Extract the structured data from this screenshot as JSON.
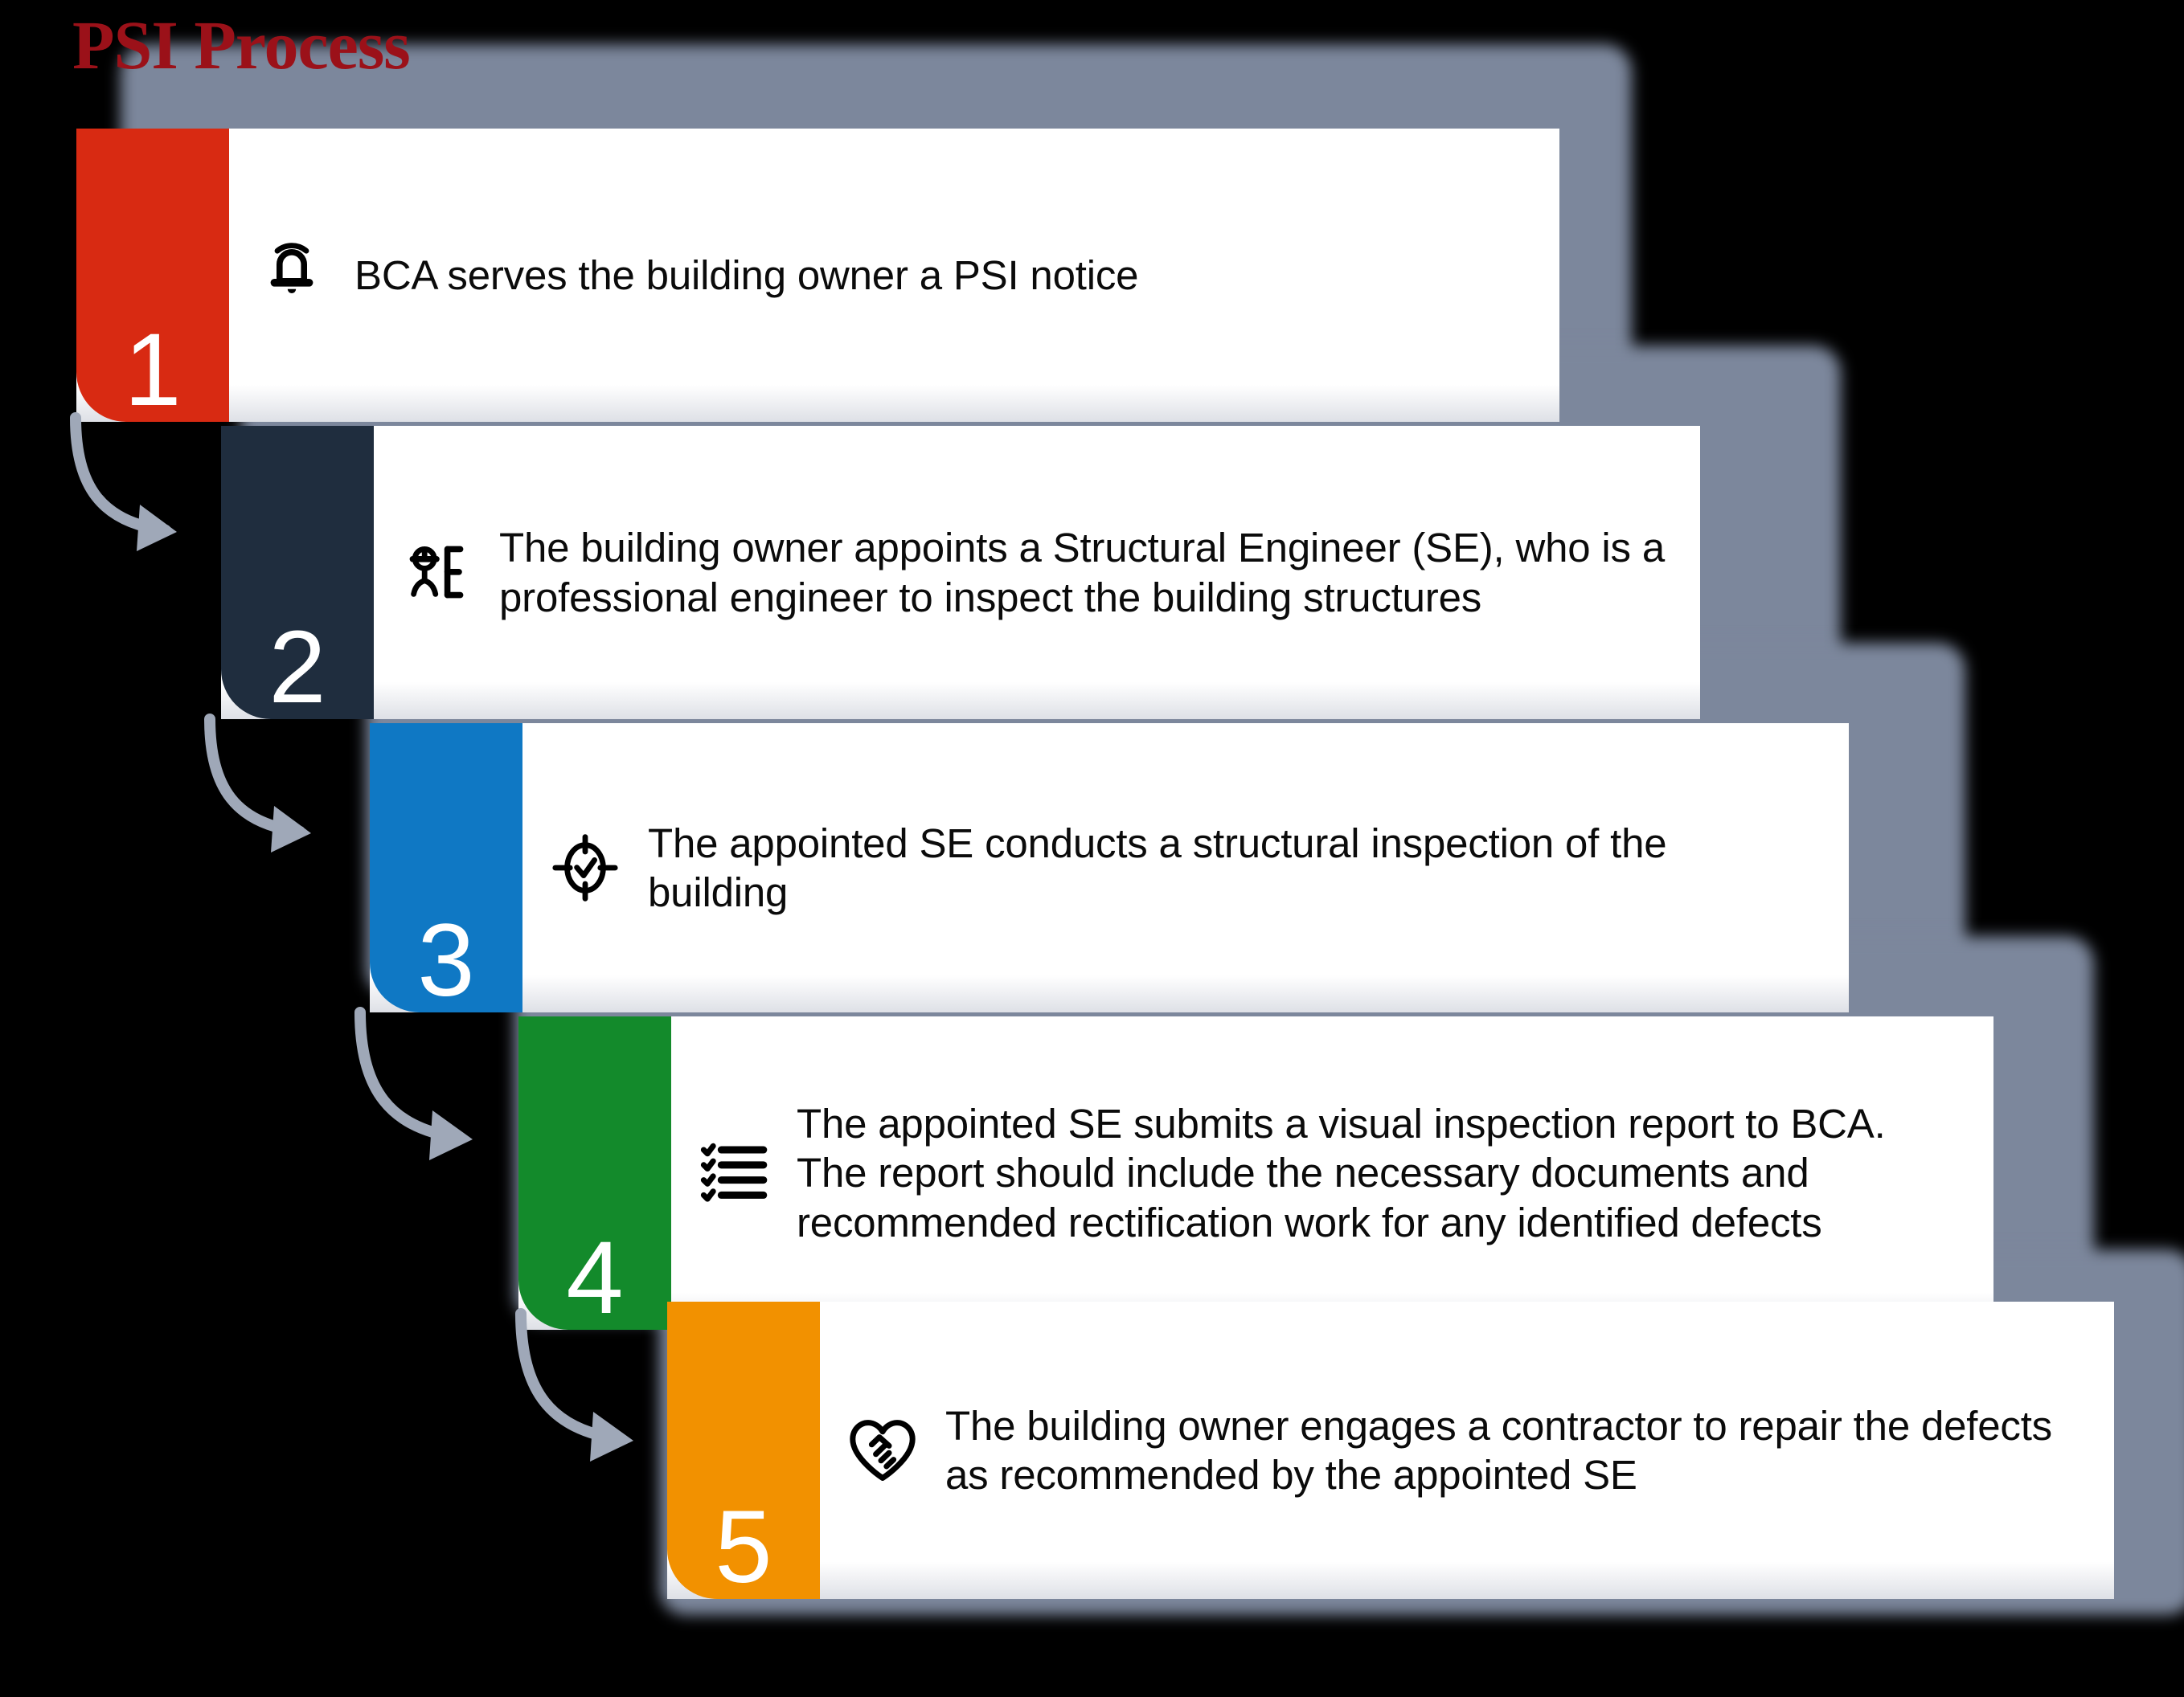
{
  "title": "PSI Process",
  "theme": {
    "background": "#000000",
    "card_background": "#FFFFFF",
    "shadow_plate": "#7C879C",
    "title_color": "#9B1119",
    "text_color": "#0B0B0B",
    "number_color": "#FFFFFF",
    "arrow_color": "#9FA8B8"
  },
  "steps": [
    {
      "number": "1",
      "color": "#D82A12",
      "icon": "alarm-bell-icon",
      "text": "BCA serves the building owner a PSI notice"
    },
    {
      "number": "2",
      "color": "#1F2D3E",
      "icon": "engineer-icon",
      "text": "The building owner appoints a Structural Engineer (SE), who is a professional engineer to inspect the building structures"
    },
    {
      "number": "3",
      "color": "#0F78C4",
      "icon": "crosshair-check-icon",
      "text": "The appointed SE conducts a structural inspection of the building"
    },
    {
      "number": "4",
      "color": "#138A2B",
      "icon": "checklist-icon",
      "text": "The appointed SE submits a visual inspection report to BCA. The report should include the necessary documents and recommended rectification work for any identified defects"
    },
    {
      "number": "5",
      "color": "#F29100",
      "icon": "heart-handshake-icon",
      "text": "The building owner engages a contractor to repair the defects as recommended by the appointed SE"
    }
  ],
  "connectors": [
    {
      "from": "1",
      "to": "2",
      "icon": "curved-arrow-icon"
    },
    {
      "from": "2",
      "to": "3",
      "icon": "curved-arrow-icon"
    },
    {
      "from": "3",
      "to": "4",
      "icon": "curved-arrow-icon"
    },
    {
      "from": "4",
      "to": "5",
      "icon": "curved-arrow-icon"
    }
  ]
}
